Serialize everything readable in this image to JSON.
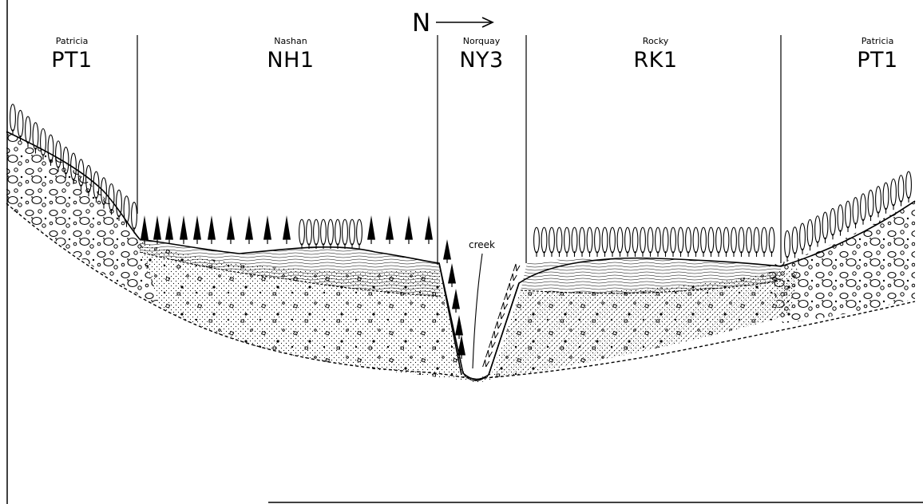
{
  "north_arrow": {
    "label": "N"
  },
  "units": [
    {
      "name": "Patricia",
      "code": "PT1"
    },
    {
      "name": "Nashan",
      "code": "NH1"
    },
    {
      "name": "Norquay",
      "code": "NY3"
    },
    {
      "name": "Rocky",
      "code": "RK1"
    },
    {
      "name": "Patricia",
      "code": "PT1"
    }
  ],
  "features": {
    "creek_label": "creek"
  }
}
